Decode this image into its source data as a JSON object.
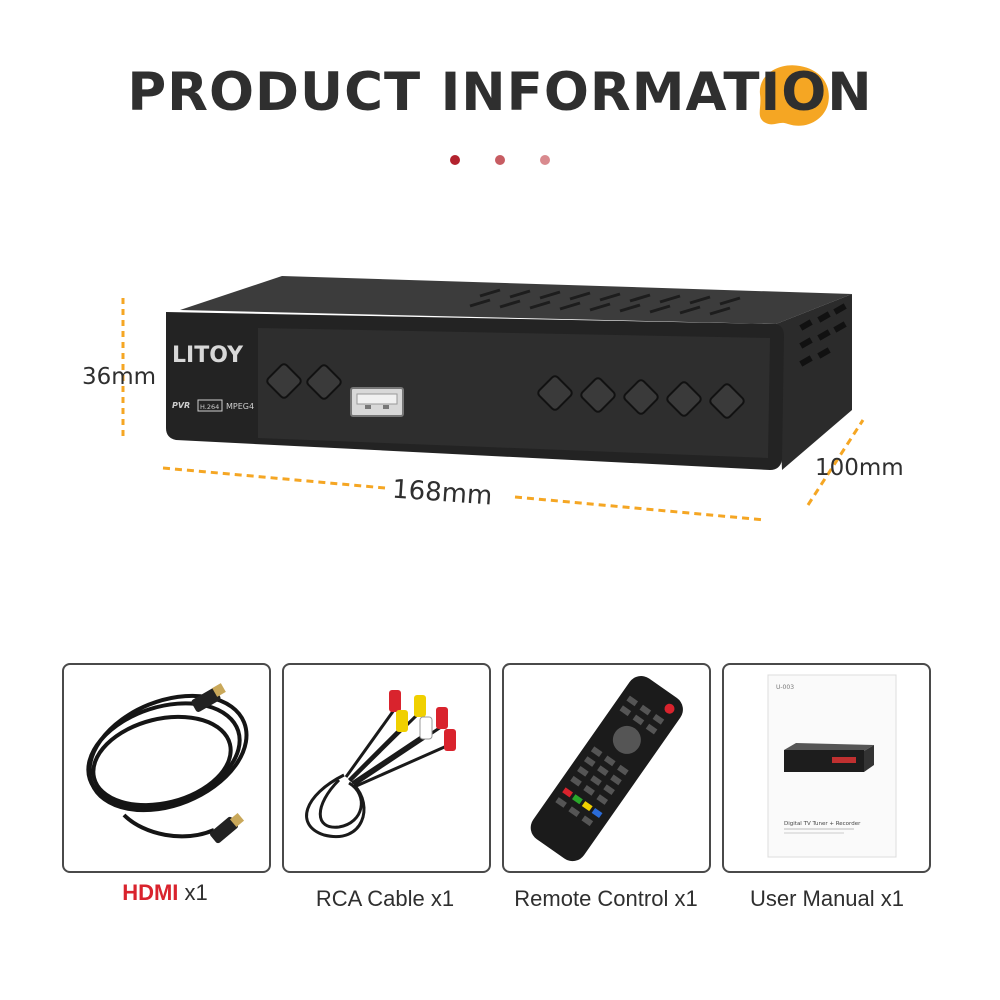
{
  "header": {
    "title": "PRODUCT INFORMATION",
    "dot_colors": [
      "#b3222e",
      "#c75c62",
      "#d98a8e"
    ],
    "accent_blob_color": "#f5a623"
  },
  "product": {
    "brand": "LITOY",
    "front_marks": [
      "PVR",
      "H.264",
      "MPEG4"
    ],
    "dimensions": {
      "height_label": "36mm",
      "length_label": "168mm",
      "depth_label": "100mm"
    },
    "dimension_line_color": "#f5a623"
  },
  "manual": {
    "model": "U-003",
    "cover_title": "Digital TV Tuner + Recorder"
  },
  "accessories": [
    {
      "name": "HDMI",
      "qty": "x1"
    },
    {
      "name": "RCA Cable",
      "qty": "x1"
    },
    {
      "name": "Remote Control",
      "qty": "x1"
    },
    {
      "name": "User Manual",
      "qty": "x1"
    }
  ]
}
